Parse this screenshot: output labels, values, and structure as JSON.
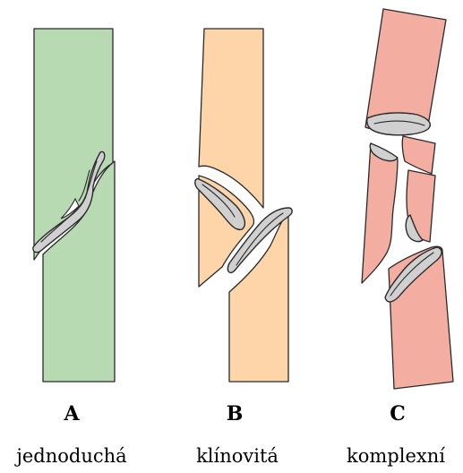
{
  "panels": [
    {
      "letter": "A",
      "caption": "jednoduchá",
      "color": "#b7dab3"
    },
    {
      "letter": "B",
      "caption": "klínovitá",
      "color": "#fdd5a9"
    },
    {
      "letter": "C",
      "caption": "komplexní",
      "color": "#f4aea1"
    }
  ]
}
